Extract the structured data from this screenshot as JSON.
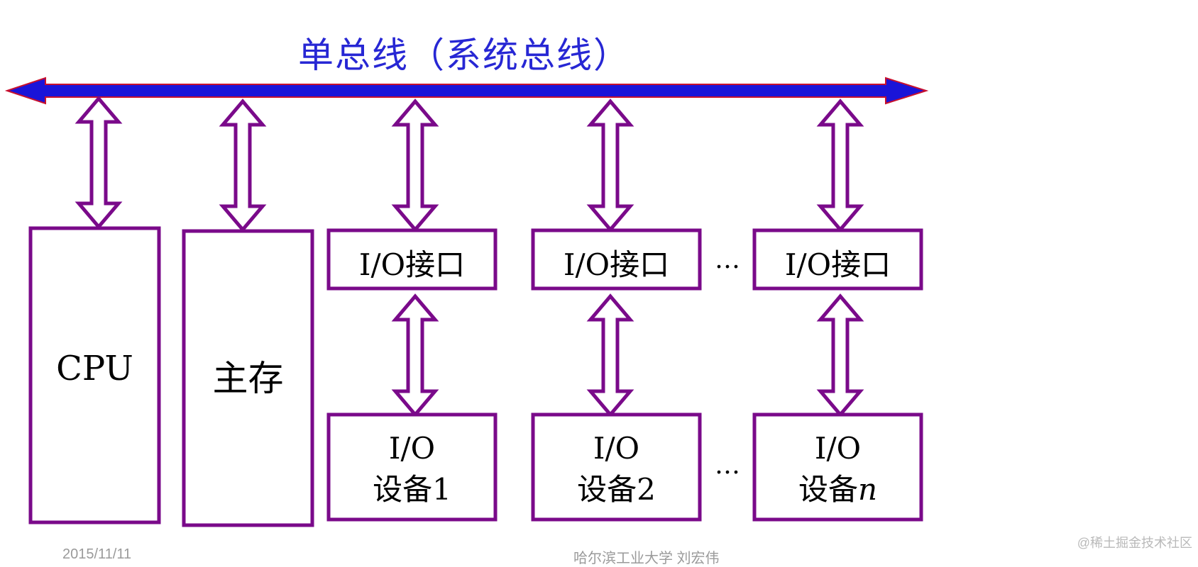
{
  "title": "单总线（系统总线）",
  "components": {
    "cpu": "CPU",
    "memory": "主存"
  },
  "io_interface_label": "I/O接口",
  "io_devices": {
    "device_prefix": "I/O",
    "device1": "设备1",
    "device2": "设备2",
    "deviceN_text": "设备",
    "deviceN_var": "n"
  },
  "ellipsis": "…",
  "footer": {
    "date": "2015/11/11",
    "author": "哈尔滨工业大学 刘宏伟"
  },
  "watermark": "@稀土掘金技术社区",
  "colors": {
    "bus": "#1a14d8",
    "bus_outline": "#c8102e",
    "connector": "#7a0a8a",
    "title": "#2727d4"
  }
}
